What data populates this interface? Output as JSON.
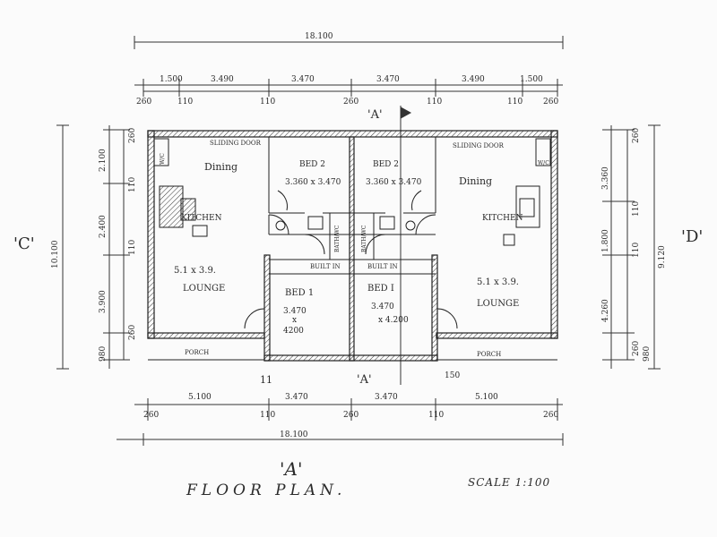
{
  "plan": {
    "title_mark": "'A'",
    "title": "FLOOR PLAN.",
    "scale": "SCALE 1:100",
    "section_top": "'A'",
    "section_bottom": "'A'",
    "side_left": "'C'",
    "side_right": "'D'",
    "small_mark": "11"
  },
  "dimensions": {
    "top_overall": "18.100",
    "top_segments": [
      "1.500",
      "3.490",
      "3.470",
      "3.470",
      "3.490",
      "1.500"
    ],
    "top_walls": [
      "260",
      "110",
      "110",
      "260",
      "110",
      "110",
      "260"
    ],
    "bottom_segments": [
      "5.100",
      "3.470",
      "3.470",
      "5.100"
    ],
    "bottom_walls": [
      "260",
      "110",
      "260",
      "110",
      "260"
    ],
    "bottom_overall": "18.100",
    "bottom_150": "150",
    "left_overall": "10.100",
    "left_segments": [
      "2.100",
      "2.400",
      "3.900"
    ],
    "left_walls": [
      "260",
      "110",
      "110",
      "260",
      "980"
    ],
    "right_overall": "9.120",
    "right_segments": [
      "3.360",
      "1.800",
      "4.260"
    ],
    "right_walls": [
      "260",
      "110",
      "110",
      "260",
      "980"
    ]
  },
  "rooms": {
    "sliding_door_left": "SLIDING DOOR",
    "sliding_door_right": "SLIDING DOOR",
    "dining_left": "Dining",
    "dining_right": "Dining",
    "kitchen_left": "KITCHEN",
    "kitchen_right": "KITCHEN",
    "bed2_left": "BED 2",
    "bed2_left_size": "3.360 x 3.470",
    "bed2_right": "BED 2",
    "bed2_right_size": "3.360 x 3.470",
    "bath_left": "BATH/WC",
    "bath_right": "BATH/WC",
    "lounge_left_size": "5.1 x 3.9.",
    "lounge_left": "LOUNGE",
    "lounge_right_size": "5.1 x 3.9.",
    "lounge_right": "LOUNGE",
    "bed1_left": "BED 1",
    "bed1_left_size_a": "3.470",
    "bed1_left_size_b": "x",
    "bed1_left_size_c": "4200",
    "bed1_right": "BED I",
    "bed1_right_size_a": "3.470",
    "bed1_right_size_b": "x 4.200",
    "built_in_left": "BUILT IN",
    "built_in_right": "BUILT IN",
    "porch_left": "PORCH",
    "porch_right": "PORCH",
    "wc_left": "W/C",
    "wc_right": "W/C"
  }
}
